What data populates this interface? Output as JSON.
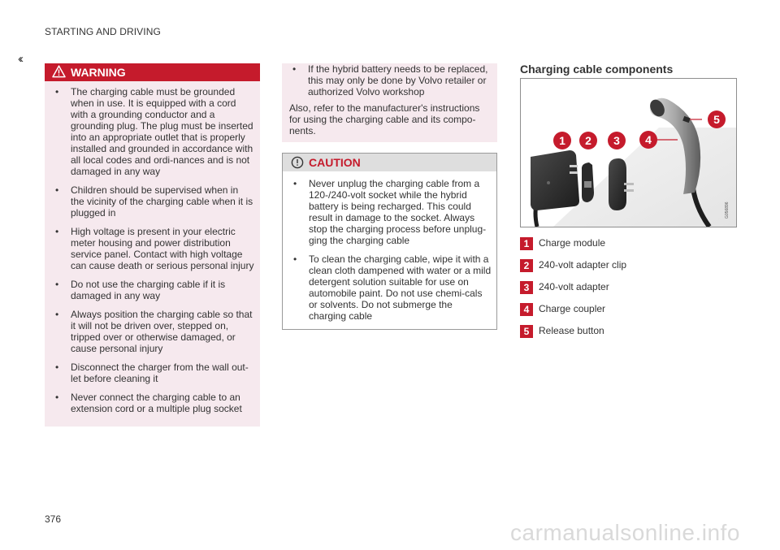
{
  "header": {
    "section": "STARTING AND DRIVING",
    "back_icon": "double-chevron-left-icon"
  },
  "page_number": "376",
  "watermark": "carmanualsonline.info",
  "warning": {
    "title": "WARNING",
    "icon": "warning-triangle-icon",
    "items": [
      "The charging cable must be grounded when in use. It is equipped with a cord with a grounding conductor and a grounding plug. The plug must be inserted into an appropriate outlet that is properly installed and grounded in accordance with all local codes and ordi-nances and is not damaged in any way",
      "Children should be supervised when in the vicinity of the charging cable when it is plugged in",
      "High voltage is present in your electric meter housing and power distribution service panel. Contact with high voltage can cause death or serious personal injury",
      "Do not use the charging cable if it is damaged in any way",
      "Always position the charging cable so that it will not be driven over, stepped on, tripped over or otherwise damaged, or cause personal injury",
      "Disconnect the charger from the wall out-let before cleaning it",
      "Never connect the charging cable to an extension cord or a multiple plug socket"
    ]
  },
  "warning_continued": {
    "items": [
      "If the hybrid battery needs to be replaced, this may only be done by Volvo retailer or authorized Volvo workshop"
    ],
    "note": "Also, refer to the manufacturer's instructions for using the charging cable and its compo-nents."
  },
  "caution": {
    "title": "CAUTION",
    "icon": "exclamation-circle-icon",
    "items": [
      "Never unplug the charging cable from a 120-/240-volt socket while the hybrid battery is being recharged. This could result in damage to the socket. Always stop the charging process before unplug-ging the charging cable",
      "To clean the charging cable, wipe it with a clean cloth dampened with water or a mild detergent solution suitable for use on automobile paint. Do not use chemi-cals or solvents. Do not submerge the charging cable"
    ]
  },
  "components": {
    "heading": "Charging cable components",
    "figure_code": "G056896",
    "callouts": [
      "1",
      "2",
      "3",
      "4",
      "5"
    ],
    "items": [
      {
        "num": "1",
        "label": "Charge module"
      },
      {
        "num": "2",
        "label": "240-volt adapter clip"
      },
      {
        "num": "3",
        "label": "240-volt adapter"
      },
      {
        "num": "4",
        "label": "Charge coupler"
      },
      {
        "num": "5",
        "label": "Release button"
      }
    ]
  },
  "colors": {
    "warning_red": "#c51b2c",
    "warning_bg": "#f6e9ee",
    "caution_bar": "#dedede"
  }
}
